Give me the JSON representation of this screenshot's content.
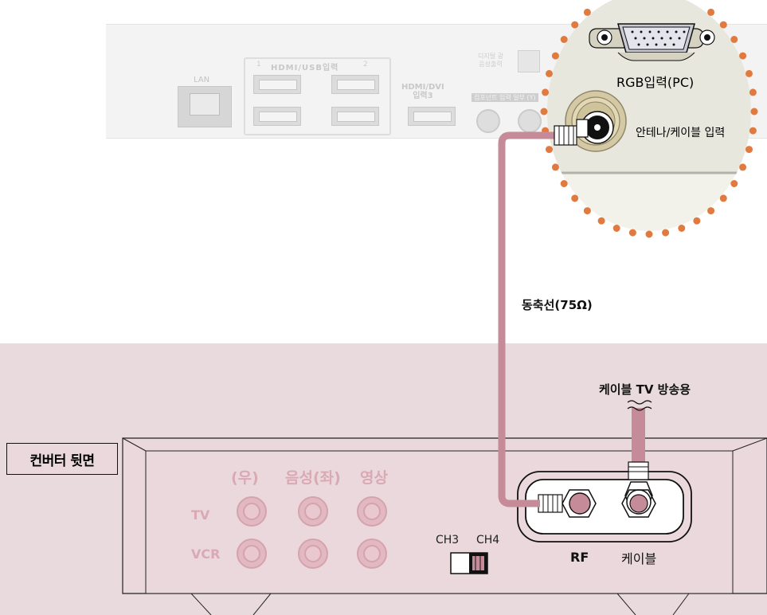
{
  "tv_panel": {
    "lan_label": "LAN",
    "hdmi_usb_title": "HDMI/USB입력",
    "hdmi_1": "1",
    "hdmi_2": "2",
    "hdmi3_title": "HDMI/DVI",
    "hdmi3_sub": "입력3",
    "digital_audio": "디지털 광\n음성출력",
    "component_label": "컴포넌트 입력 일부 (Y)"
  },
  "zoom": {
    "rgb_label": "RGB입력(PC)",
    "antenna_label": "안테나/케이블 입력"
  },
  "cable": {
    "coax_label": "동축선(75Ω)",
    "cable_tv_label": "케이블 TV 방송용"
  },
  "converter": {
    "tag": "컨버터 뒷면",
    "audio_r": "(우)",
    "audio_l": "음성(좌)",
    "video": "영상",
    "row_tv": "TV",
    "row_vcr": "VCR",
    "ch3": "CH3",
    "ch4": "CH4",
    "rf": "RF",
    "cable_in": "케이블"
  },
  "colors": {
    "cable_pink": "#c68b99",
    "dot_orange": "#e07a3f",
    "converter_bg": "#e9dadd"
  }
}
